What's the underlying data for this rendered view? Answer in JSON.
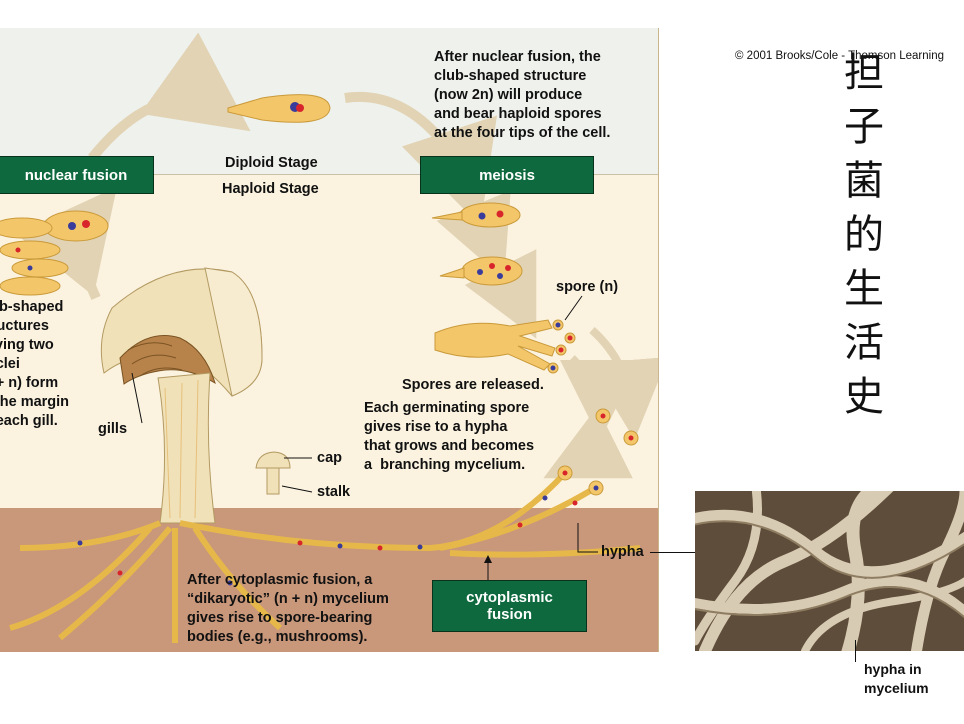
{
  "copyright": "© 2001 Brooks/Cole - Thomson Learning",
  "side_title": "担子菌的生活史",
  "stages": {
    "diploid": "Diploid Stage",
    "haploid": "Haploid Stage"
  },
  "boxes": {
    "nuclear_fusion": "nuclear fusion",
    "meiosis": "meiosis",
    "cytoplasmic_fusion": "cytoplasmic\nfusion"
  },
  "annotations": {
    "after_nuclear_fusion": "After nuclear fusion, the\nclub-shaped structure\n(now 2n) will produce\nand bear haploid spores\nat the four tips of the cell.",
    "club_shaped": "club-shaped\nstructures\nhaving two\nnuclei\n(n + n) form\nat the margin\nof each gill.",
    "spores_released": "Spores are released.",
    "germinating": "Each germinating spore\ngives rise to a hypha\nthat grows and becomes\na  branching mycelium.",
    "after_cytoplasmic": "After cytoplasmic fusion, a\n“dikaryotic” (n + n) mycelium\ngives rise to spore-bearing\nbodies (e.g., mushrooms)."
  },
  "labels": {
    "spore": "spore (n)",
    "gills": "gills",
    "cap": "cap",
    "stalk": "stalk",
    "hypha": "hypha",
    "hypha_in_mycelium": "hypha in\nmycelium"
  },
  "colors": {
    "box_green": "#0e6a3e",
    "cell_fill": "#f4c66a",
    "nucleus_red": "#d8252c",
    "nucleus_blue": "#3a3c9c",
    "soil": "#c9977a",
    "mushroom": "#f1e1b8"
  }
}
